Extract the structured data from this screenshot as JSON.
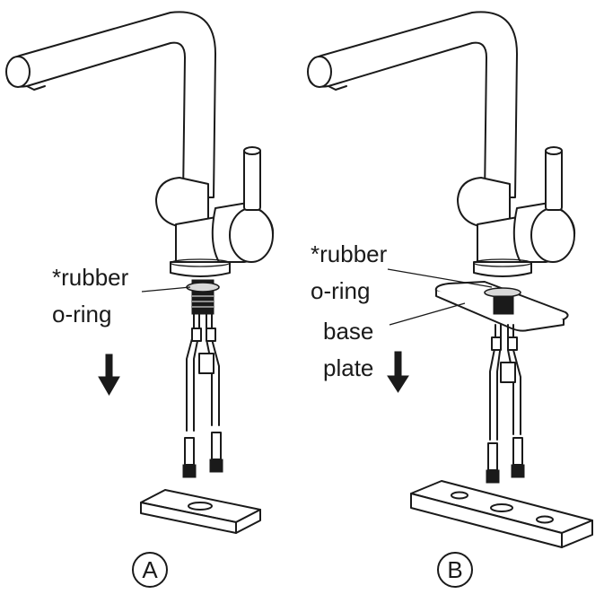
{
  "panel_a": {
    "caption": "A",
    "callout_rubber": "*rubber",
    "callout_oring": "o-ring"
  },
  "panel_b": {
    "caption": "B",
    "callout_rubber": "*rubber",
    "callout_oring": "o-ring",
    "callout_base": "base",
    "callout_plate": "plate"
  }
}
